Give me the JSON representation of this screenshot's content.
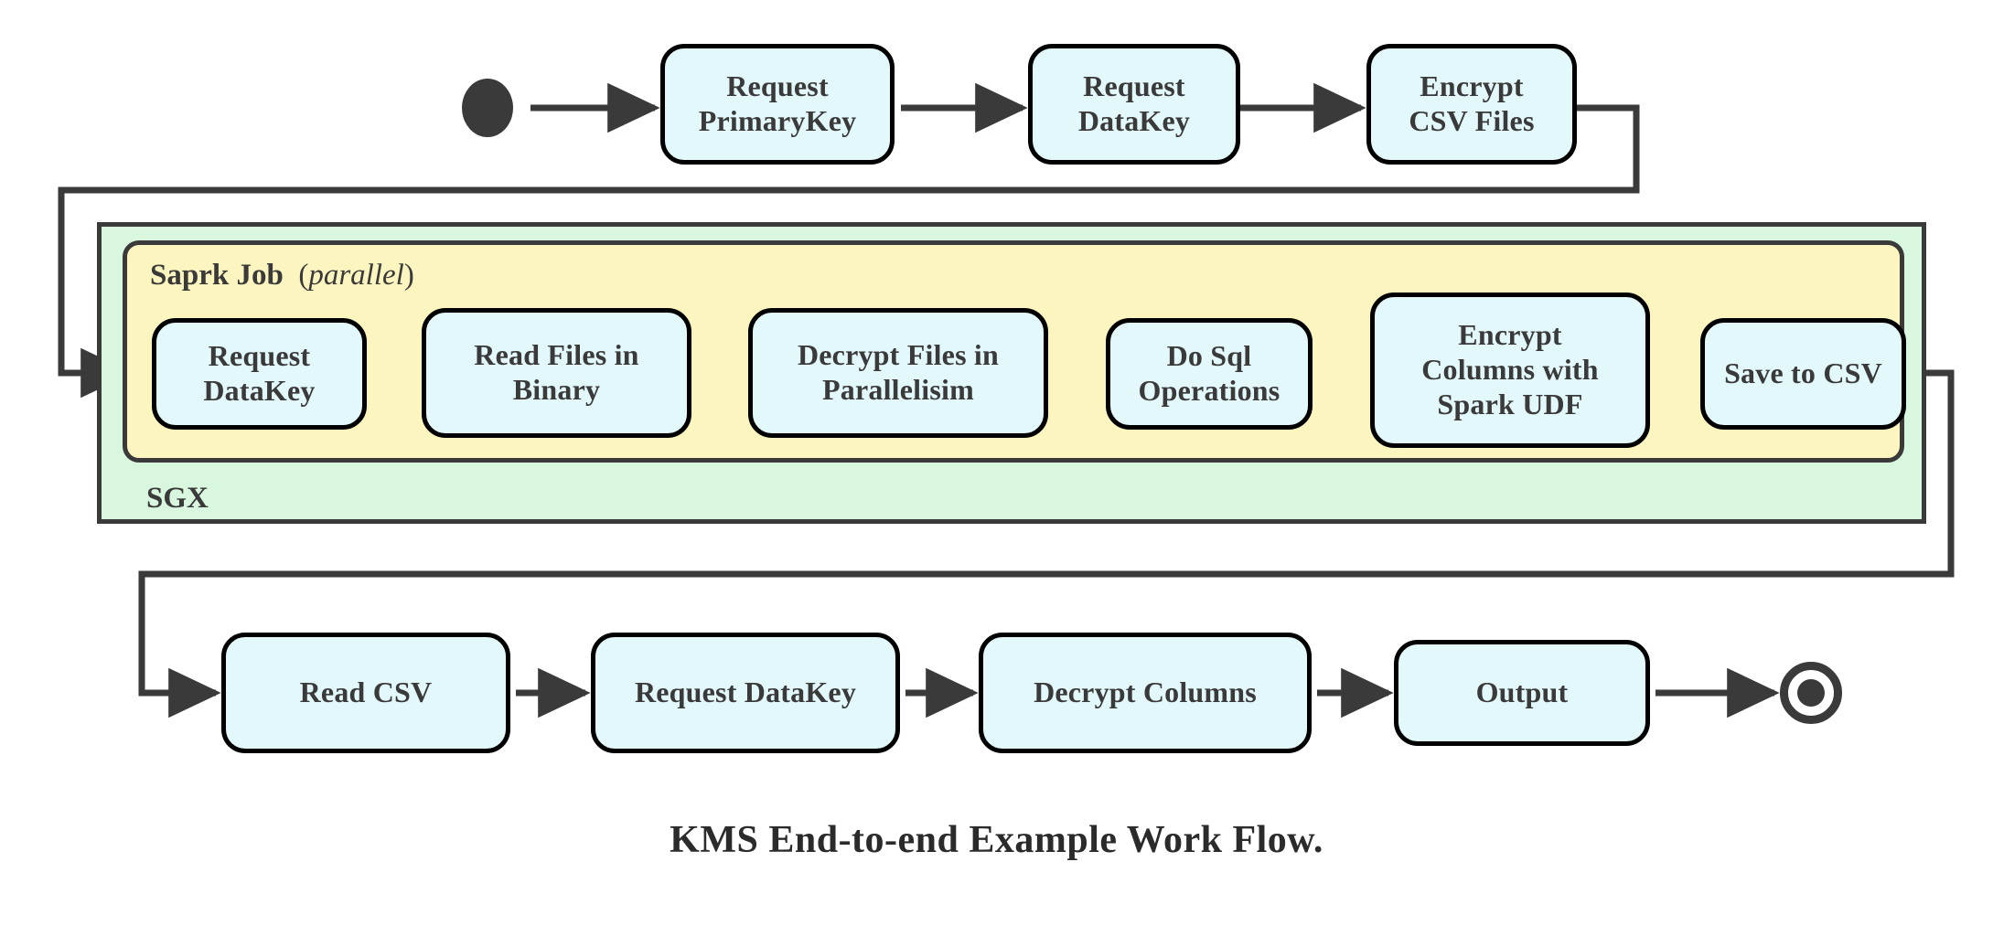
{
  "diagram": {
    "caption": "KMS End-to-end Example Work Flow.",
    "start_marker": "start-node",
    "end_marker": "end-node",
    "colors": {
      "node_fill": "#e3f8fb",
      "node_stroke": "#000000",
      "sgx_fill": "#d9f7df",
      "spark_fill": "#fdf5bf",
      "container_stroke": "#3a3a3a",
      "connector": "#3a3a3a",
      "text": "#3a3a3a"
    },
    "containers": [
      {
        "id": "sgx",
        "label": "SGX",
        "label_position": "bottom-left"
      },
      {
        "id": "spark",
        "label_main": "Saprk Job",
        "label_open_paren": "(",
        "label_italic": "parallel",
        "label_close_paren": ")",
        "label_position": "top-left"
      }
    ],
    "rows": {
      "top": [
        {
          "id": "request-primarykey",
          "line1": "Request",
          "line2": "PrimaryKey"
        },
        {
          "id": "request-datakey-top",
          "line1": "Request",
          "line2": "DataKey"
        },
        {
          "id": "encrypt-csv-files",
          "line1": "Encrypt",
          "line2": "CSV Files"
        }
      ],
      "spark": [
        {
          "id": "request-datakey-spark",
          "line1": "Request",
          "line2": "DataKey"
        },
        {
          "id": "read-files-in-binary",
          "line1": "Read Files in",
          "line2": "Binary"
        },
        {
          "id": "decrypt-files-in-parallelisim",
          "line1": "Decrypt Files in",
          "line2": "Parallelisim"
        },
        {
          "id": "do-sql-operations",
          "line1": "Do Sql",
          "line2": "Operations"
        },
        {
          "id": "encrypt-columns-with-spark-udf",
          "line1": "Encrypt",
          "line2": "Columns with",
          "line3": "Spark UDF"
        },
        {
          "id": "save-to-csv",
          "line1": "Save to CSV"
        }
      ],
      "bottom": [
        {
          "id": "read-csv",
          "line1": "Read CSV"
        },
        {
          "id": "request-datakey-bottom",
          "line1": "Request DataKey"
        },
        {
          "id": "decrypt-columns",
          "line1": "Decrypt Columns"
        },
        {
          "id": "output",
          "line1": "Output"
        }
      ]
    }
  }
}
